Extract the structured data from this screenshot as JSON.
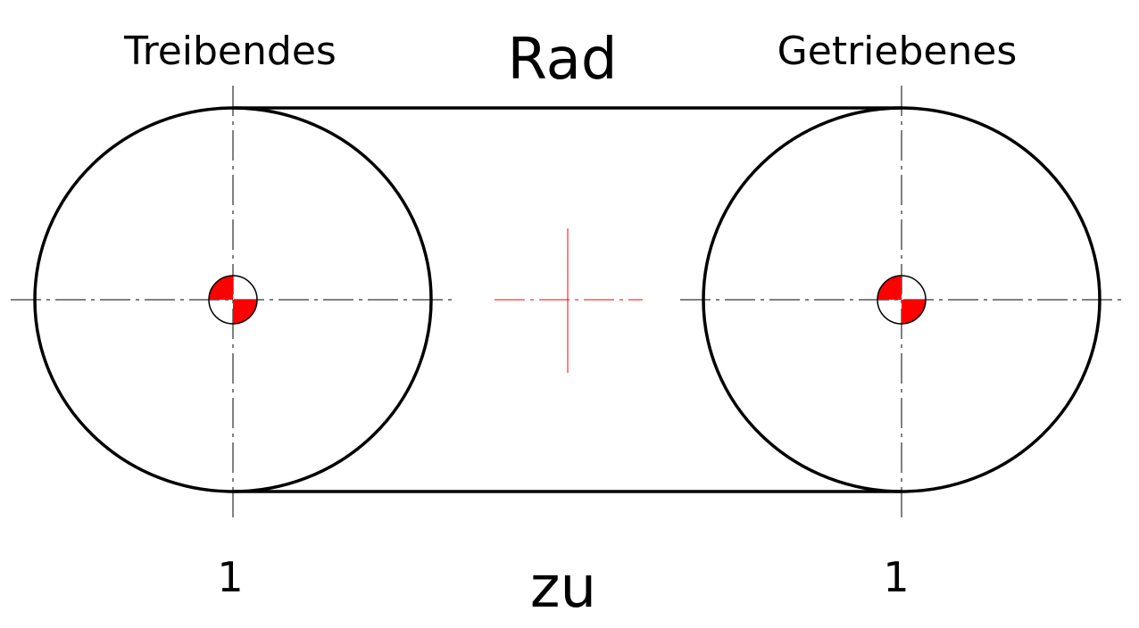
{
  "labels": {
    "driving": "Treibendes",
    "title": "Rad",
    "driven": "Getriebenes",
    "ratio_left": "1",
    "ratio_word": "zu",
    "ratio_right": "1"
  },
  "colors": {
    "stroke": "#000000",
    "accent": "#ff0000",
    "background": "#ffffff"
  }
}
